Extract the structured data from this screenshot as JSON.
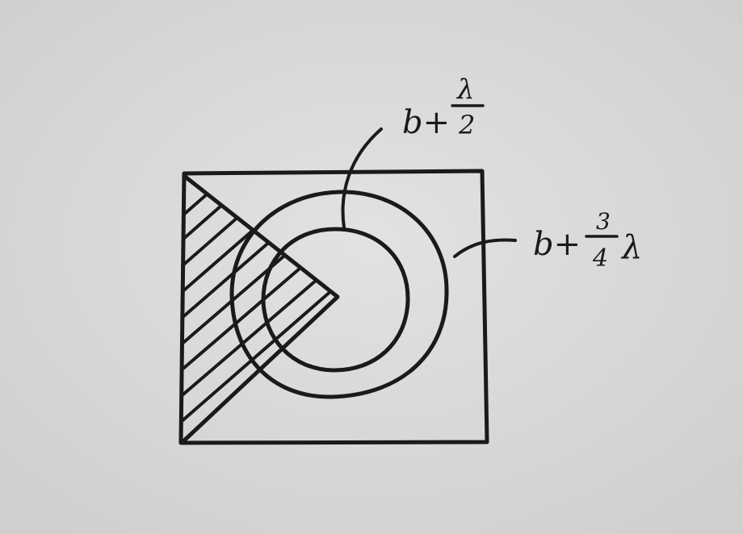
{
  "diagram": {
    "labels": {
      "inner": {
        "base": "b+",
        "numerator": "λ",
        "denominator": "2"
      },
      "outer": {
        "base": "b+",
        "numerator": "3",
        "denominator": "4",
        "suffix": "λ"
      }
    },
    "colors": {
      "ink": "#1a1a1a",
      "paper": "#d6d6d4"
    }
  }
}
